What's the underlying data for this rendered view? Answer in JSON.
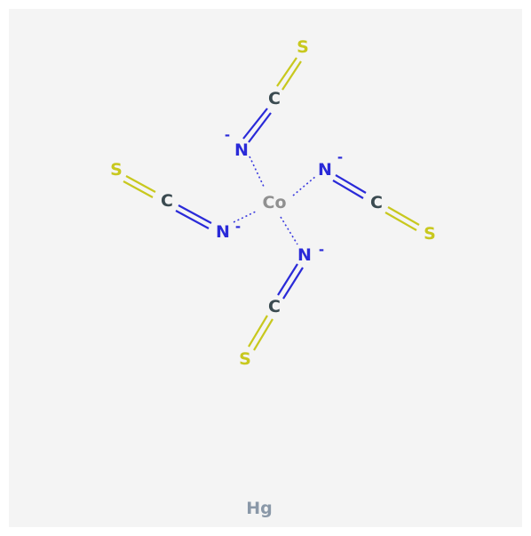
{
  "molecule": {
    "metal": {
      "symbol": "Co",
      "color": "#909090"
    },
    "ligands": [
      {
        "n": "N",
        "n_charge": "-",
        "c": "C",
        "s": "S"
      },
      {
        "n": "N",
        "n_charge": "-",
        "c": "C",
        "s": "S"
      },
      {
        "n": "N",
        "n_charge": "-",
        "c": "C",
        "s": "S"
      },
      {
        "n": "N",
        "n_charge": "-",
        "c": "C",
        "s": "S"
      }
    ],
    "counter_ion": {
      "symbol": "Hg",
      "color": "#8a98a8"
    },
    "colors": {
      "nitrogen": "#2a2ad8",
      "carbon": "#3a4a50",
      "sulfur": "#c8c81e"
    }
  }
}
